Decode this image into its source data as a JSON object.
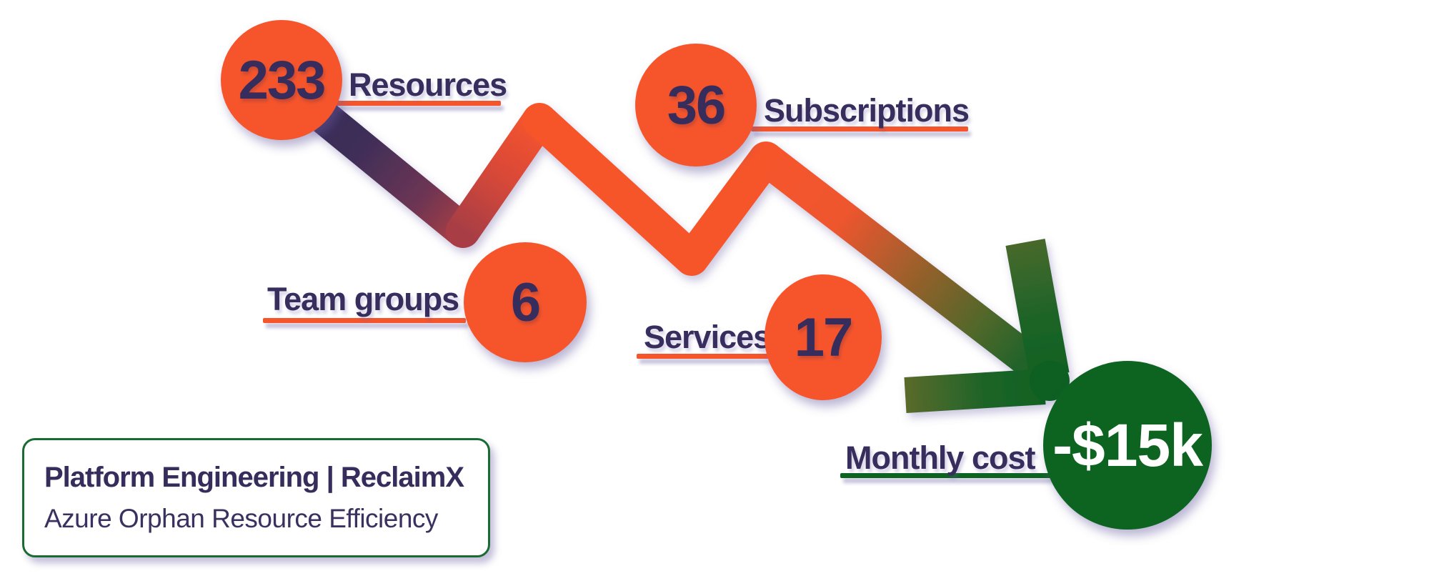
{
  "title": "Azure Orphan Resource Efficiency infographic",
  "colors": {
    "accent_orange": "#F6552C",
    "text_navy": "#362D5C",
    "positive_green": "#0D6421",
    "gradient_start_navy": "#322A58",
    "gradient_maroon": "#A83E45",
    "card_border_green": "#1A6B31",
    "background": "#FFFFFF"
  },
  "arrow": {
    "icon": "zigzag-decline-arrow"
  },
  "milestones": [
    {
      "id": "resources",
      "value": "233",
      "label": "Resources"
    },
    {
      "id": "subscriptions",
      "value": "36",
      "label": "Subscriptions"
    },
    {
      "id": "team-groups",
      "value": "6",
      "label": "Team groups"
    },
    {
      "id": "services",
      "value": "17",
      "label": "Services"
    },
    {
      "id": "monthly-cost",
      "value": "-$15k",
      "label": "Monthly cost"
    }
  ],
  "footer_card": {
    "title": "Platform Engineering | ReclaimX",
    "subtitle": "Azure Orphan Resource Efficiency"
  }
}
